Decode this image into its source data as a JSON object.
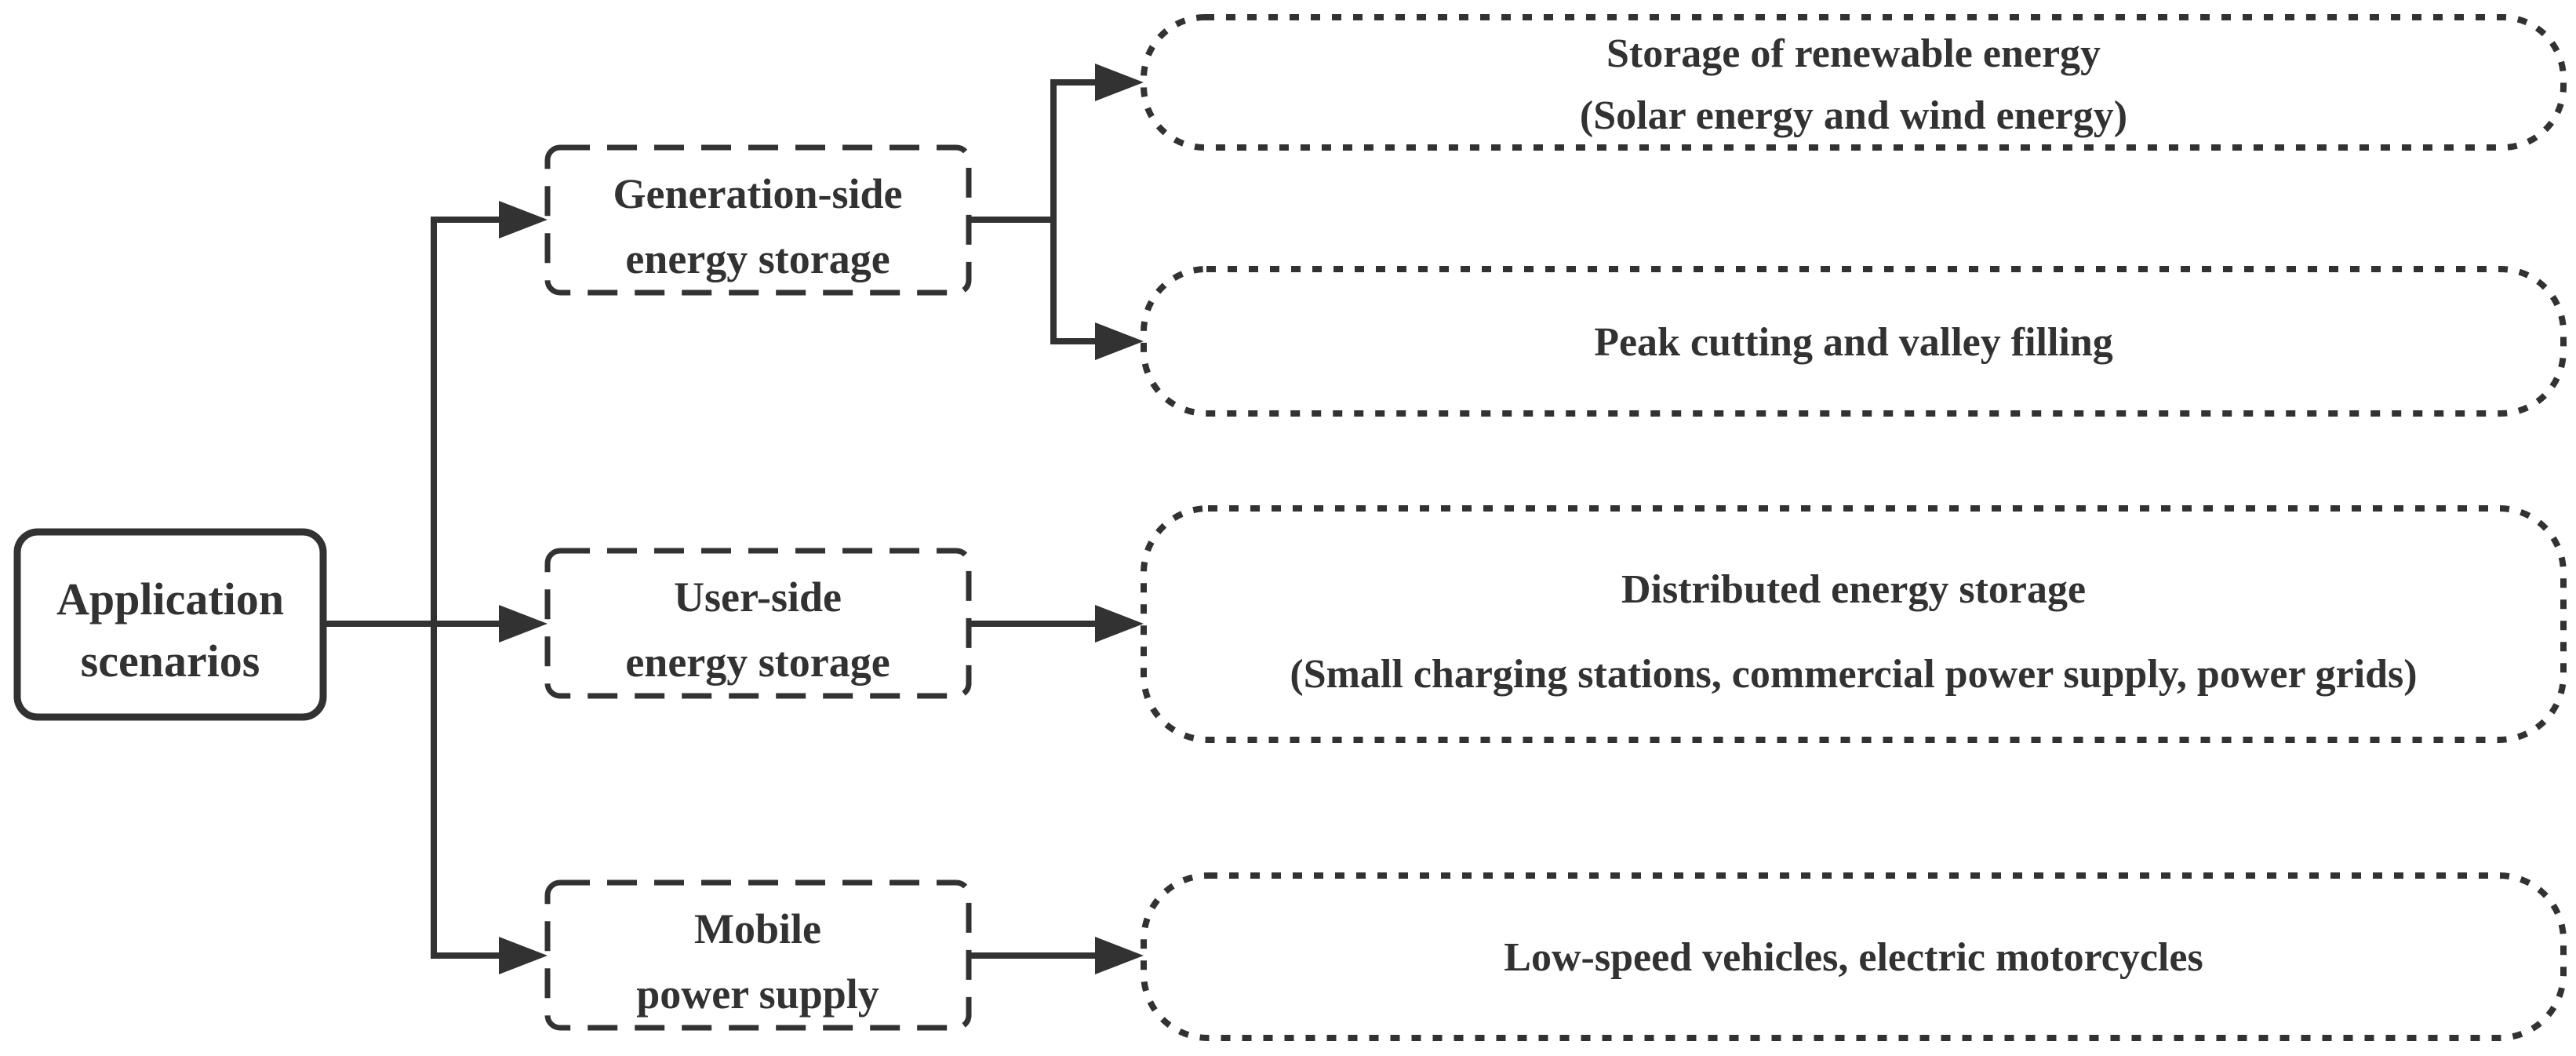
{
  "diagram": {
    "type": "flowchart",
    "colors": {
      "ink": "#323232",
      "background": "#ffffff"
    },
    "nodes": {
      "application": {
        "line1": "Application",
        "line2": "scenarios"
      },
      "generation": {
        "line1": "Generation-side",
        "line2": "energy storage"
      },
      "user": {
        "line1": "User-side",
        "line2": "energy storage"
      },
      "mobile": {
        "line1": "Mobile",
        "line2": "power supply"
      },
      "renewable": {
        "line1": "Storage of renewable energy",
        "line2": "(Solar energy and wind energy)"
      },
      "peak": {
        "line1": "Peak cutting and valley filling"
      },
      "distributed": {
        "line1": "Distributed energy storage",
        "line2": "(Small charging stations, commercial power supply, power grids)"
      },
      "lowspeed": {
        "line1": "Low-speed vehicles, electric motorcycles"
      }
    },
    "edges": [
      {
        "from": "application",
        "to": "generation"
      },
      {
        "from": "application",
        "to": "user"
      },
      {
        "from": "application",
        "to": "mobile"
      },
      {
        "from": "generation",
        "to": "renewable"
      },
      {
        "from": "generation",
        "to": "peak"
      },
      {
        "from": "user",
        "to": "distributed"
      },
      {
        "from": "mobile",
        "to": "lowspeed"
      }
    ]
  }
}
